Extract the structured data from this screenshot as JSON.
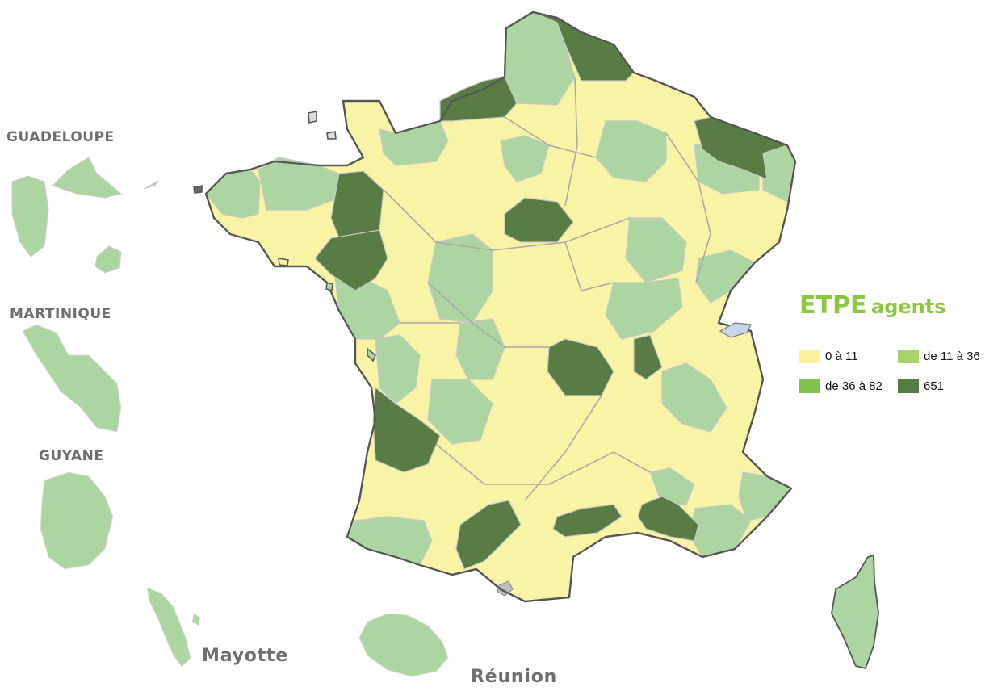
{
  "legend": {
    "title_main": "ETPE",
    "title_sub": "agents",
    "items": [
      {
        "label": "0 à 11",
        "color": "#fbf19b"
      },
      {
        "label": "de 11 à 36",
        "color": "#a7d36b"
      },
      {
        "label": "de 36 à 82",
        "color": "#7fc24e"
      },
      {
        "label": "651",
        "color": "#557d43"
      }
    ]
  },
  "territories": {
    "guadeloupe": "GUADELOUPE",
    "martinique": "MARTINIQUE",
    "guyane": "GUYANE",
    "mayotte": "Mayotte",
    "reunion": "Réunion"
  },
  "colors": {
    "light_yellow": "#f9f3a6",
    "light_green": "#acd5a1",
    "dark_green": "#587c44",
    "grey": "#bcbcbc",
    "label_grey": "#6d6e71",
    "title_green": "#8dc63f"
  }
}
